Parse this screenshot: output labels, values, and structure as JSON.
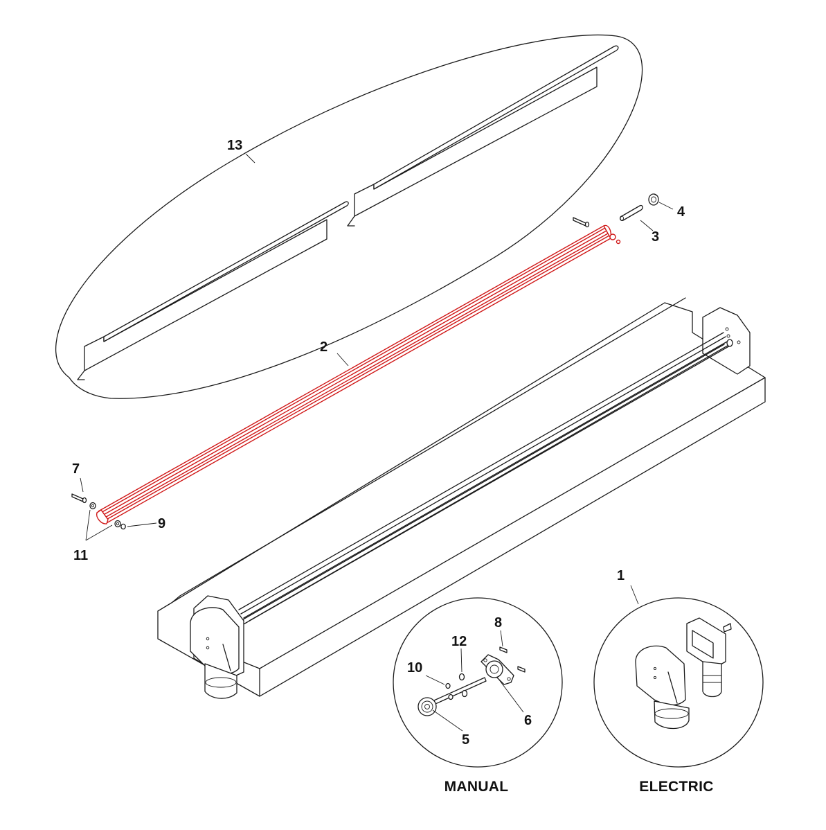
{
  "diagram": {
    "callouts": {
      "c1": "1",
      "c2": "2",
      "c3": "3",
      "c4": "4",
      "c5": "5",
      "c6": "6",
      "c7": "7",
      "c8": "8",
      "c9": "9",
      "c10": "10",
      "c11": "11",
      "c12": "12",
      "c13": "13"
    },
    "captions": {
      "manual": "MANUAL",
      "electric": "ELECTRIC"
    },
    "highlight_color": "#d01818",
    "line_color": "#1a1a1a"
  }
}
